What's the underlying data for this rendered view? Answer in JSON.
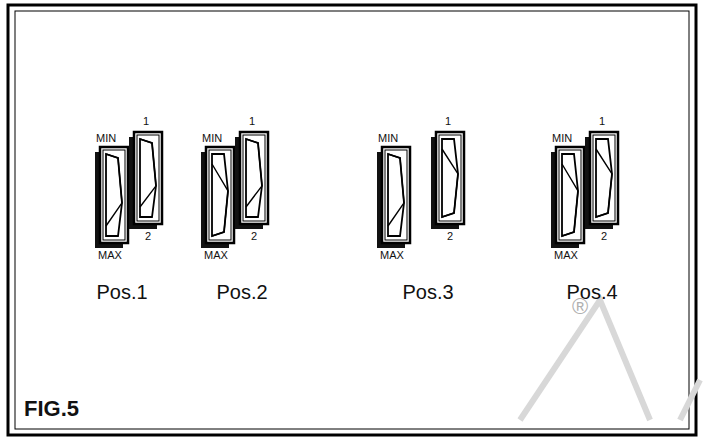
{
  "diagram": {
    "labels": [
      "MIN",
      "1",
      "MAX",
      "2",
      "Pos.1",
      "MIN",
      "1",
      "MAX",
      "2",
      "Pos.2",
      "MIN",
      "1",
      "MAX",
      "2",
      "Pos.3",
      "MIN",
      "1",
      "MAX",
      "2",
      "Pos.4",
      "FIG.5",
      "®"
    ]
  }
}
